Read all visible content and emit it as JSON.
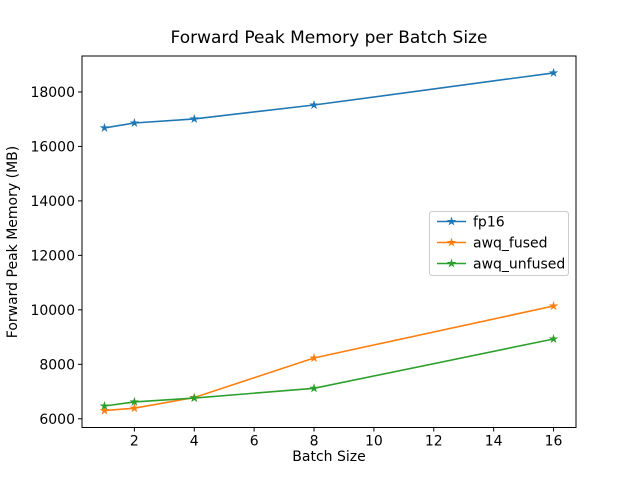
{
  "chart_data": {
    "type": "line",
    "title": "Forward Peak Memory per Batch Size",
    "xlabel": "Batch Size",
    "ylabel": "Forward Peak Memory (MB)",
    "x": [
      1,
      2,
      4,
      8,
      16
    ],
    "series": [
      {
        "name": "fp16",
        "color": "#1f77b4",
        "values": [
          16680,
          16860,
          17010,
          17520,
          18700
        ]
      },
      {
        "name": "awq_fused",
        "color": "#ff7f0e",
        "values": [
          6300,
          6390,
          6780,
          8230,
          10140
        ]
      },
      {
        "name": "awq_unfused",
        "color": "#2ca02c",
        "values": [
          6470,
          6620,
          6760,
          7120,
          8930
        ]
      }
    ],
    "marker": "star",
    "xlim": [
      0.25,
      16.75
    ],
    "ylim": [
      5680,
      19320
    ],
    "xticks": [
      2,
      4,
      6,
      8,
      10,
      12,
      14,
      16
    ],
    "yticks": [
      6000,
      8000,
      10000,
      12000,
      14000,
      16000,
      18000
    ],
    "grid": false,
    "background": "#ffffff",
    "spine_color": "#000000",
    "legend": {
      "position": "center right",
      "border_color": "#cccccc"
    }
  }
}
